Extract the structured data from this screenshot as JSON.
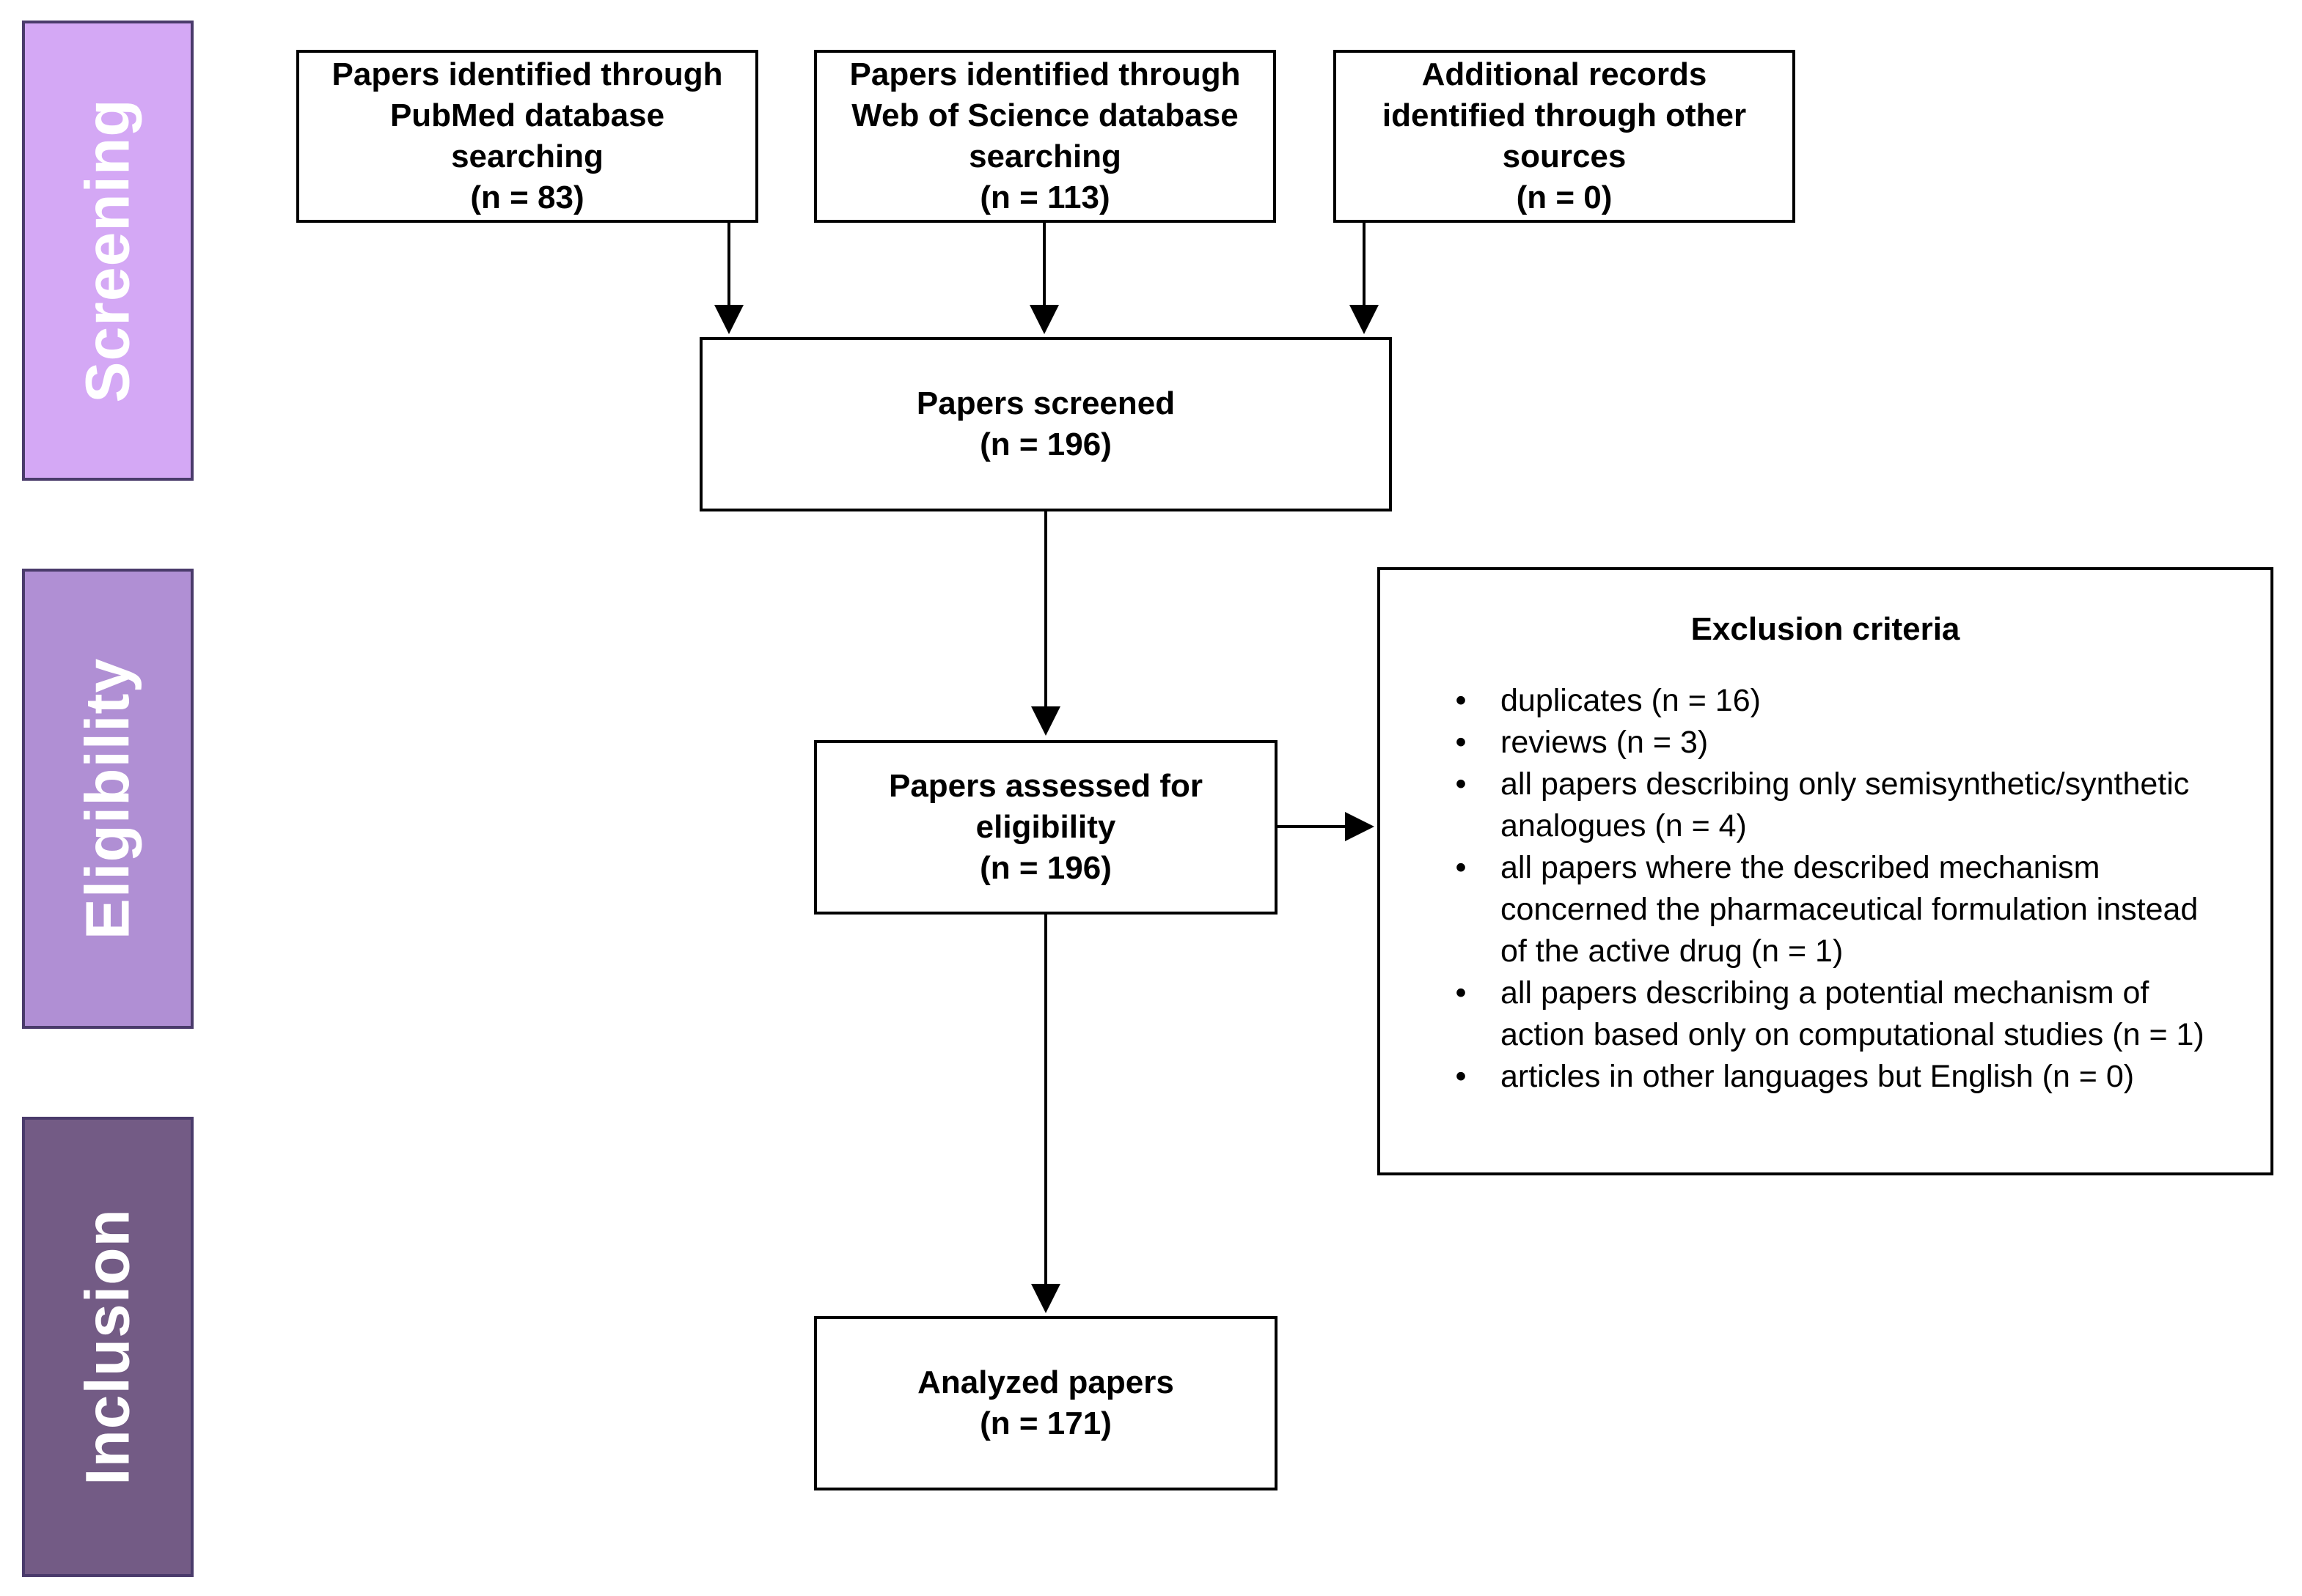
{
  "phases": {
    "screening": {
      "label": "Screening",
      "color": "#d4a8f5"
    },
    "eligibility": {
      "label": "Eligibility",
      "color": "#b08fd4"
    },
    "inclusion": {
      "label": "Inclusion",
      "color": "#735b85"
    }
  },
  "boxes": {
    "pubmed": {
      "line1": "Papers identified through",
      "line2": "PubMed database",
      "line3": "searching",
      "count": "(n = 83)"
    },
    "wos": {
      "line1": "Papers identified through",
      "line2": "Web of Science database",
      "line3": "searching",
      "count": "(n = 113)"
    },
    "other": {
      "line1": "Additional records",
      "line2": "identified through other",
      "line3": "sources",
      "count": "(n = 0)"
    },
    "screened": {
      "line1": "Papers screened",
      "count": "(n = 196)"
    },
    "assessed": {
      "line1": "Papers assessed for",
      "line2": "eligibility",
      "count": "(n = 196)"
    },
    "analyzed": {
      "line1": "Analyzed papers",
      "count": "(n = 171)"
    }
  },
  "exclusion": {
    "title": "Exclusion criteria",
    "items": [
      "duplicates (n = 16)",
      "reviews (n = 3)",
      "all papers describing only semisynthetic/synthetic\nanalogues (n = 4)",
      "all papers where the described mechanism\nconcerned the pharmaceutical formulation instead\nof the active drug (n = 1)",
      "all papers describing a potential mechanism of\naction based only on computational studies (n = 1)",
      "articles in other languages but English (n = 0)"
    ]
  }
}
